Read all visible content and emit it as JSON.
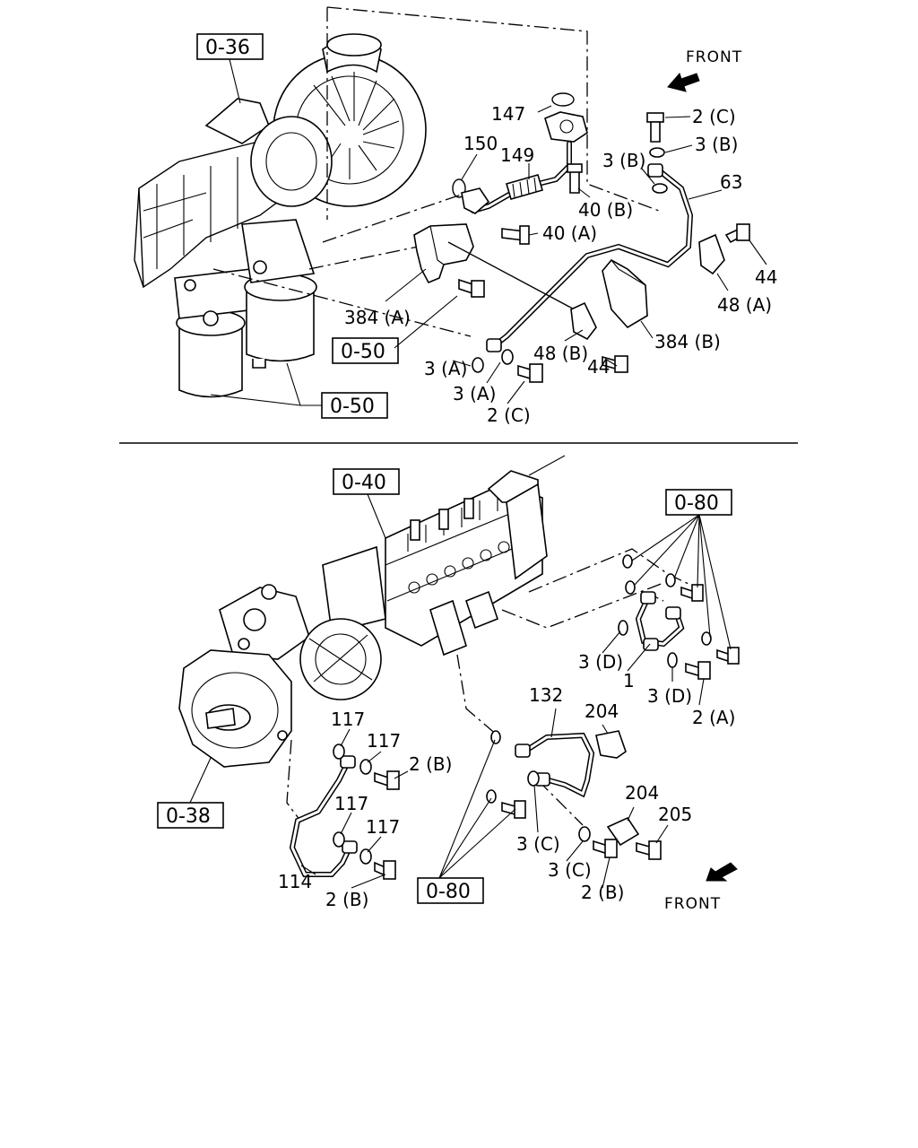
{
  "top_section": {
    "front_label": "FRONT",
    "refs": [
      "0-36",
      "0-50",
      "0-50"
    ],
    "callouts": [
      "147",
      "2 (C)",
      "150",
      "149",
      "3 (B)",
      "3 (B)",
      "63",
      "40 (B)",
      "40 (A)",
      "44",
      "48 (A)",
      "384 (A)",
      "384 (B)",
      "3 (A)",
      "48 (B)",
      "44",
      "3 (A)",
      "2 (C)"
    ]
  },
  "bottom_section": {
    "front_label": "FRONT",
    "refs": [
      "0-40",
      "0-80",
      "0-38",
      "0-80"
    ],
    "callouts": [
      "3 (D)",
      "1",
      "3 (D)",
      "2 (A)",
      "132",
      "204",
      "117",
      "117",
      "2 (B)",
      "117",
      "117",
      "204",
      "205",
      "114",
      "2 (B)",
      "3 (C)",
      "3 (C)",
      "2 (B)"
    ]
  }
}
